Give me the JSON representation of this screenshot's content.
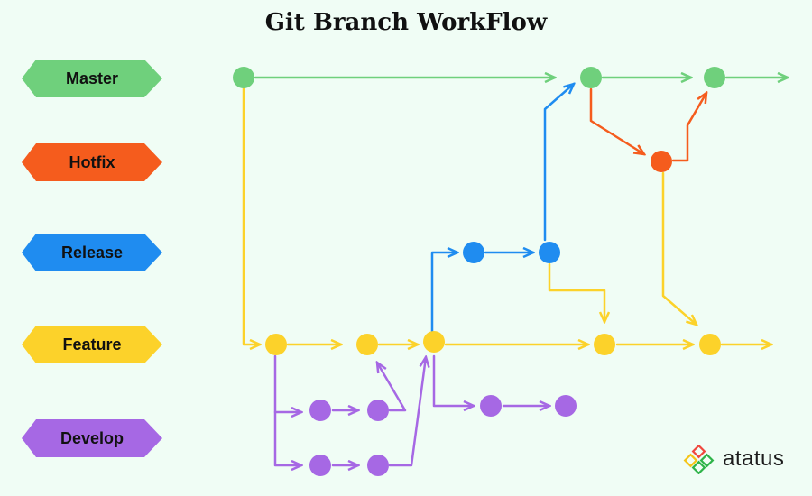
{
  "title": "Git Branch WorkFlow",
  "colors": {
    "master": "#6fd07c",
    "hotfix": "#f55c1d",
    "release": "#1f8cf0",
    "feature": "#fcd22a",
    "develop": "#a668e4"
  },
  "lanes": [
    {
      "id": "master",
      "label": "Master"
    },
    {
      "id": "hotfix",
      "label": "Hotfix"
    },
    {
      "id": "release",
      "label": "Release"
    },
    {
      "id": "feature",
      "label": "Feature"
    },
    {
      "id": "develop",
      "label": "Develop"
    }
  ],
  "brand": {
    "name": "atatus",
    "icon": "atatus-logo-icon"
  }
}
